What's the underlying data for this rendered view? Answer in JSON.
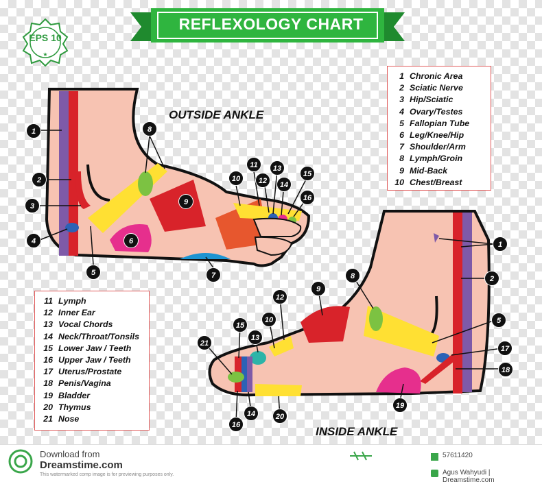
{
  "title": "REFLEXOLOGY CHART",
  "eps_badge": "EPS 10",
  "outside_label": "OUTSIDE ANKLE",
  "inside_label": "INSIDE ANKLE",
  "legend_top": [
    {
      "n": "1",
      "t": "Chronic Area"
    },
    {
      "n": "2",
      "t": "Sciatic Nerve"
    },
    {
      "n": "3",
      "t": "Hip/Sciatic"
    },
    {
      "n": "4",
      "t": "Ovary/Testes"
    },
    {
      "n": "5",
      "t": "Fallopian Tube"
    },
    {
      "n": "6",
      "t": "Leg/Knee/Hip"
    },
    {
      "n": "7",
      "t": "Shoulder/Arm"
    },
    {
      "n": "8",
      "t": "Lymph/Groin"
    },
    {
      "n": "9",
      "t": "Mid-Back"
    },
    {
      "n": "10",
      "t": "Chest/Breast"
    }
  ],
  "legend_bottom": [
    {
      "n": "11",
      "t": "Lymph"
    },
    {
      "n": "12",
      "t": "Inner Ear"
    },
    {
      "n": "13",
      "t": "Vocal Chords"
    },
    {
      "n": "14",
      "t": "Neck/Throat/Tonsils"
    },
    {
      "n": "15",
      "t": "Lower Jaw / Teeth"
    },
    {
      "n": "16",
      "t": "Upper Jaw / Teeth"
    },
    {
      "n": "17",
      "t": "Uterus/Prostate"
    },
    {
      "n": "18",
      "t": "Penis/Vagina"
    },
    {
      "n": "19",
      "t": "Bladder"
    },
    {
      "n": "20",
      "t": "Thymus"
    },
    {
      "n": "21",
      "t": "Nose"
    }
  ],
  "markers": {
    "m1": "1",
    "m2": "2",
    "m3": "3",
    "m4": "4",
    "m5": "5",
    "m6": "6",
    "m7": "7",
    "m8": "8",
    "m9": "9",
    "m10": "10",
    "m11": "11",
    "m12": "12",
    "m13": "13",
    "m14": "14",
    "m15": "15",
    "m16": "16",
    "r1": "1",
    "r2": "2",
    "r5": "5",
    "r8": "8",
    "r9": "9",
    "r10": "10",
    "r12": "12",
    "r13": "13",
    "r14": "14",
    "r15": "15",
    "r16": "16",
    "r17": "17",
    "r18": "18",
    "r19": "19",
    "r20": "20",
    "r21": "21"
  },
  "footer": {
    "download_from": "Download from",
    "site": "Dreamstime.com",
    "disclaimer": "This watermarked comp image is for previewing purposes only.",
    "id": "57611420",
    "credit": "Agus Wahyudi | Dreamstime.com"
  }
}
